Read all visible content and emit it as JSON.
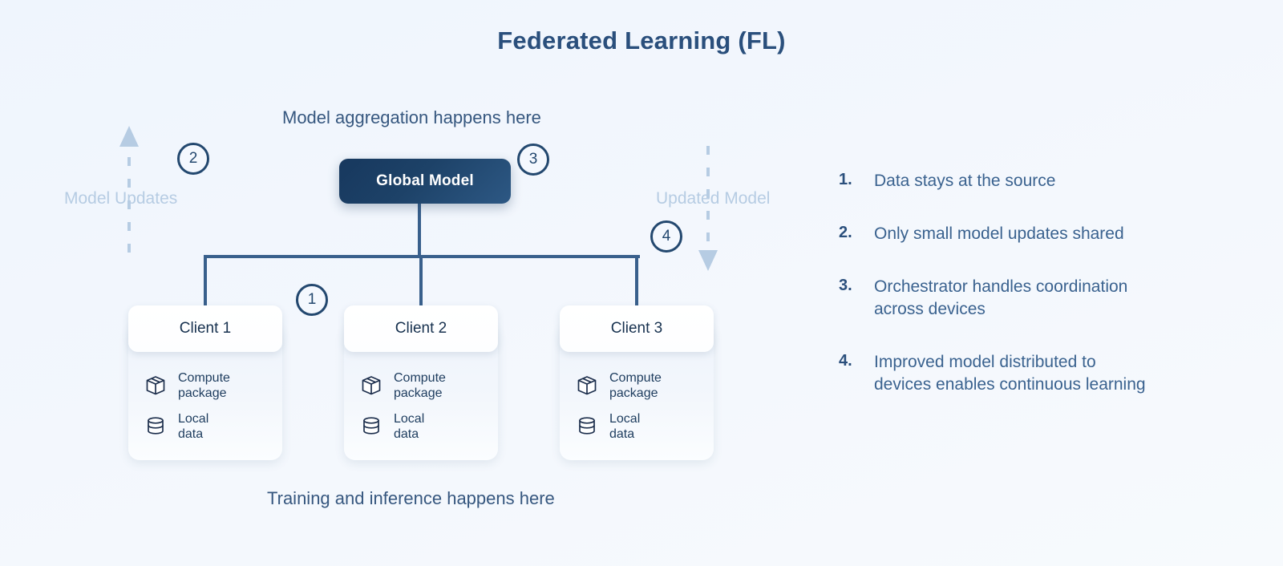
{
  "title": "Federated Learning (FL)",
  "captions": {
    "top": "Model aggregation happens here",
    "bottom": "Training and inference happens here"
  },
  "flows": {
    "left": {
      "label": "Model Updates",
      "direction": "up",
      "icon": "arrow-up-dashed-icon"
    },
    "right": {
      "label": "Updated Model",
      "direction": "down",
      "icon": "arrow-down-dashed-icon"
    }
  },
  "global_model": {
    "label": "Global Model"
  },
  "badges": [
    {
      "id": 1,
      "label": "1"
    },
    {
      "id": 2,
      "label": "2"
    },
    {
      "id": 3,
      "label": "3"
    },
    {
      "id": 4,
      "label": "4"
    }
  ],
  "clients": [
    {
      "title": "Client 1",
      "rows": [
        {
          "icon": "cube-package-icon",
          "label": "Compute\npackage"
        },
        {
          "icon": "database-cylinder-icon",
          "label": "Local\ndata"
        }
      ]
    },
    {
      "title": "Client 2",
      "rows": [
        {
          "icon": "cube-package-icon",
          "label": "Compute\npackage"
        },
        {
          "icon": "database-cylinder-icon",
          "label": "Local\ndata"
        }
      ]
    },
    {
      "title": "Client 3",
      "rows": [
        {
          "icon": "cube-package-icon",
          "label": "Compute\npackage"
        },
        {
          "icon": "database-cylinder-icon",
          "label": "Local\ndata"
        }
      ]
    }
  ],
  "facts": [
    {
      "num": "1.",
      "text": "Data stays at the source"
    },
    {
      "num": "2.",
      "text": "Only small model updates shared"
    },
    {
      "num": "3.",
      "text": "Orchestrator handles coordination\nacross devices"
    },
    {
      "num": "4.",
      "text": "Improved model distributed to\ndevices enables continuous learning"
    }
  ],
  "colors": {
    "background": "#eff5fd",
    "title": "#2a4f7c",
    "node_dark": "#17385e",
    "connector": "#39608c",
    "flow_dashed": "#b6cce3",
    "badge_border": "#23486f",
    "text_body": "#3a628f"
  }
}
